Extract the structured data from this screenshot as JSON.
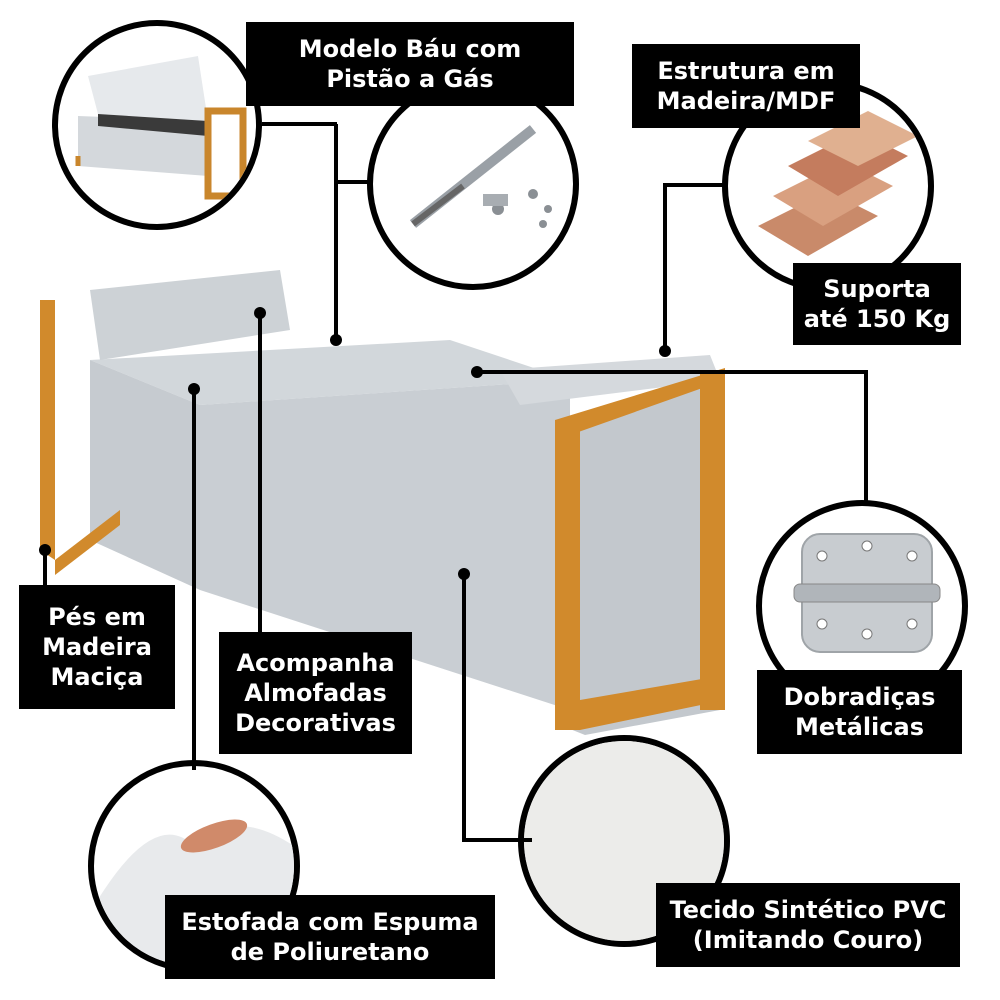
{
  "labels": {
    "piston": {
      "line1": "Modelo Báu com",
      "line2": "Pistão a Gás"
    },
    "structure": {
      "line1": "Estrutura em",
      "line2": "Madeira/MDF"
    },
    "support": {
      "line1": "Suporta",
      "line2": "até 150 Kg"
    },
    "feet": {
      "line1": "Pés em",
      "line2": "Madeira",
      "line3": "Maciça"
    },
    "cushions": {
      "line1": "Acompanha",
      "line2": "Almofadas",
      "line3": "Decorativas"
    },
    "hinges": {
      "line1": "Dobradiças",
      "line2": "Metálicas"
    },
    "foam": {
      "line1": "Estofada com Espuma",
      "line2": "de Poliuretano"
    },
    "fabric": {
      "line1": "Tecido Sintético PVC",
      "line2": "(Imitando Couro)"
    }
  },
  "colors": {
    "upholstery": "#c9ced3",
    "wood": "#d18a2c",
    "label_bg": "#000000",
    "label_text": "#ffffff"
  }
}
